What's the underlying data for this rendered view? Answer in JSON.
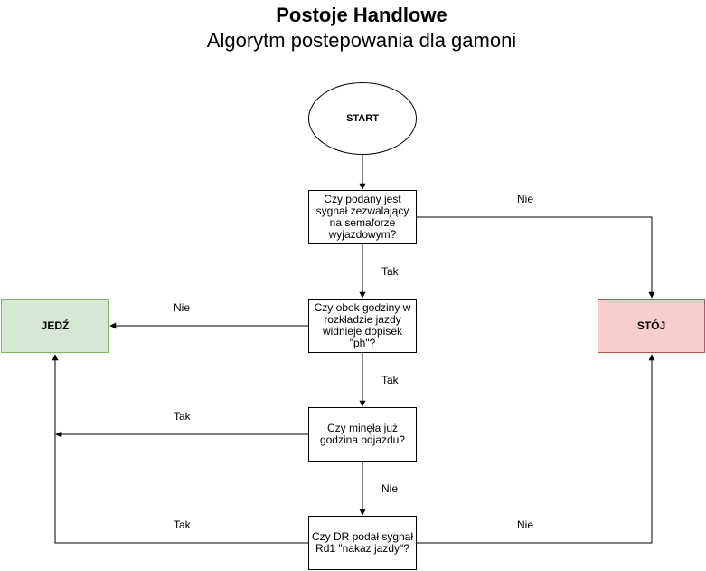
{
  "title": "Postoje Handlowe",
  "subtitle": "Algorytm postepowania dla gamoni",
  "nodes": {
    "start": "START",
    "q1": "Czy podany jest sygnał zezwalający na semaforze wyjazdowym?",
    "q2": "Czy obok godziny w rozkładzie jazdy widnieje dopisek \"ph\"?",
    "q3": "Czy minęła już godzina odjazdu?",
    "q4": "Czy DR podał sygnał Rd1 \"nakaz jazdy\"?",
    "go": "JEDŹ",
    "stop": "STÓJ"
  },
  "edges": {
    "q1_no": "Nie",
    "q1_yes": "Tak",
    "q2_no": "Nie",
    "q2_yes": "Tak",
    "q3_yes": "Tak",
    "q3_no": "Nie",
    "q4_yes": "Tak",
    "q4_no": "Nie"
  },
  "colors": {
    "go_fill": "#d5e8d4",
    "go_border": "#82b366",
    "stop_fill": "#f8cecc",
    "stop_border": "#b85450"
  }
}
